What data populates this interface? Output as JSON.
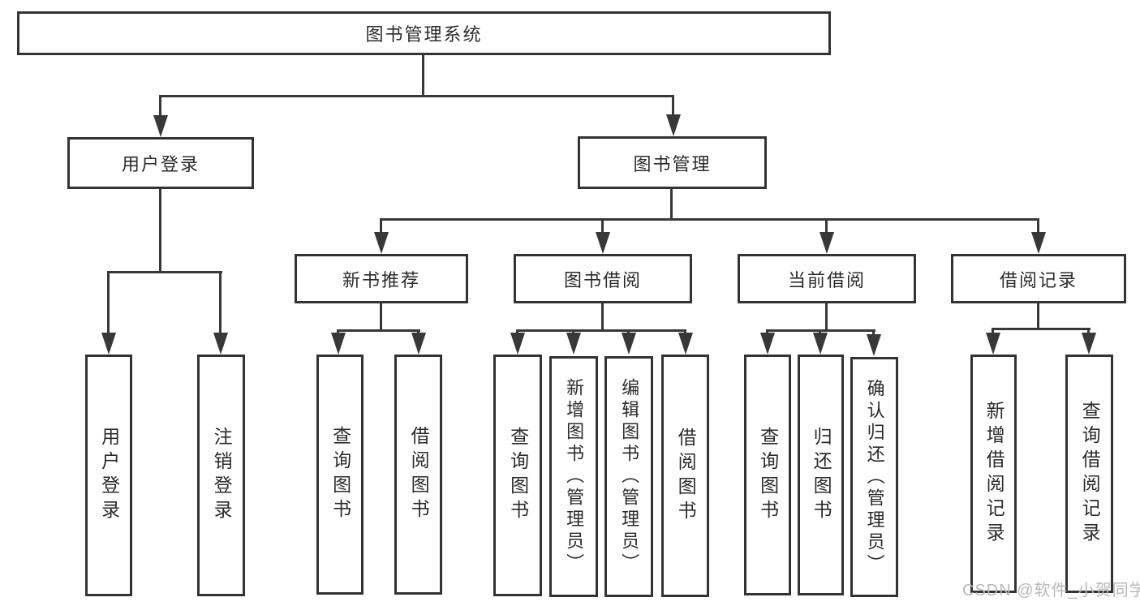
{
  "diagram": {
    "type": "tree",
    "root": {
      "label": "图书管理系统"
    },
    "branches": [
      {
        "label": "用户登录",
        "children": [
          {
            "label": "用户登录"
          },
          {
            "label": "注销登录"
          }
        ]
      },
      {
        "label": "图书管理",
        "children": [
          {
            "label": "新书推荐",
            "children": [
              {
                "label": "查询图书"
              },
              {
                "label": "借阅图书"
              }
            ]
          },
          {
            "label": "图书借阅",
            "children": [
              {
                "label": "查询图书"
              },
              {
                "label": "新增图书（管理员）"
              },
              {
                "label": "编辑图书（管理员）"
              },
              {
                "label": "借阅图书"
              }
            ]
          },
          {
            "label": "当前借阅",
            "children": [
              {
                "label": "查询图书"
              },
              {
                "label": "归还图书"
              },
              {
                "label": "确认归还（管理员）"
              }
            ]
          },
          {
            "label": "借阅记录",
            "children": [
              {
                "label": "新增借阅记录"
              },
              {
                "label": "查询借阅记录"
              }
            ]
          }
        ]
      }
    ]
  },
  "watermark": {
    "text": "CSDN @软件_小贺同学",
    "color": "#b8b8b8"
  },
  "colors": {
    "line": "#383838",
    "border": "#333333",
    "text": "#2b2b2b",
    "background": "#ffffff"
  }
}
